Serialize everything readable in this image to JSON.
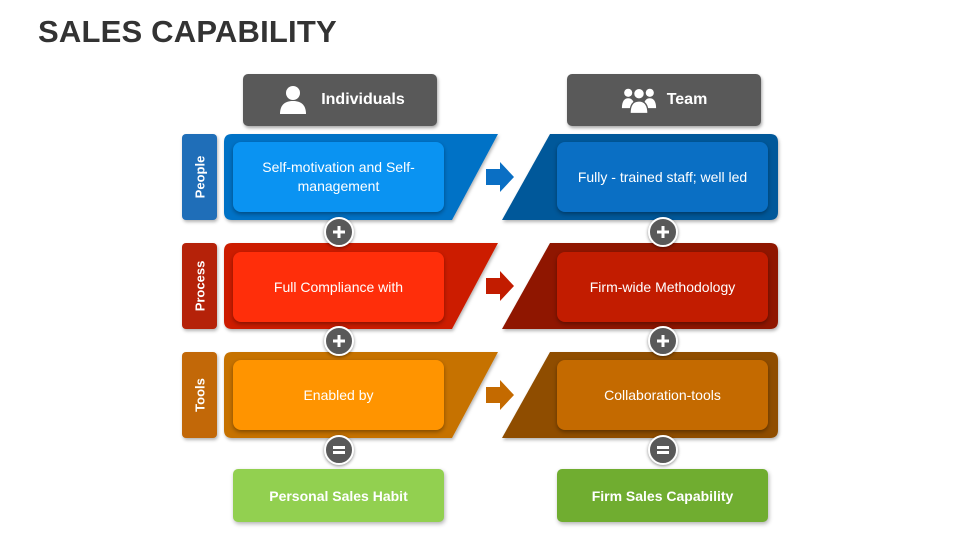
{
  "title": "SALES CAPABILITY",
  "columns": {
    "individuals": {
      "label": "Individuals",
      "icon": "person-icon"
    },
    "team": {
      "label": "Team",
      "icon": "group-icon"
    }
  },
  "rows": [
    {
      "label": "People",
      "left_text": "Self-motivation and Self-management",
      "right_text": "Fully - trained staff; well led",
      "connector": "+",
      "colors": {
        "label": "#1F6EB8",
        "band_left": "#0072C6",
        "band_right": "#00589A",
        "box_left": "#0A93F2",
        "box_right": "#0A6FC4",
        "arrow": "#0A6FC4"
      }
    },
    {
      "label": "Process",
      "left_text": "Full Compliance with",
      "right_text": "Firm-wide Methodology",
      "connector": "+",
      "colors": {
        "label": "#B52209",
        "band_left": "#CC1F00",
        "band_right": "#8F1600",
        "box_left": "#FF2E0A",
        "box_right": "#C21C00",
        "arrow": "#C21C00"
      }
    },
    {
      "label": "Tools",
      "left_text": "Enabled by",
      "right_text": "Collaboration-tools",
      "connector": "=",
      "colors": {
        "label": "#C26808",
        "band_left": "#C67200",
        "band_right": "#8F4E00",
        "box_left": "#FF9400",
        "box_right": "#C46A00",
        "arrow": "#C46A00"
      }
    }
  ],
  "results": {
    "left": {
      "text": "Personal Sales Habit",
      "color": "#92D050"
    },
    "right": {
      "text": "Firm Sales Capability",
      "color": "#70AD30"
    }
  }
}
